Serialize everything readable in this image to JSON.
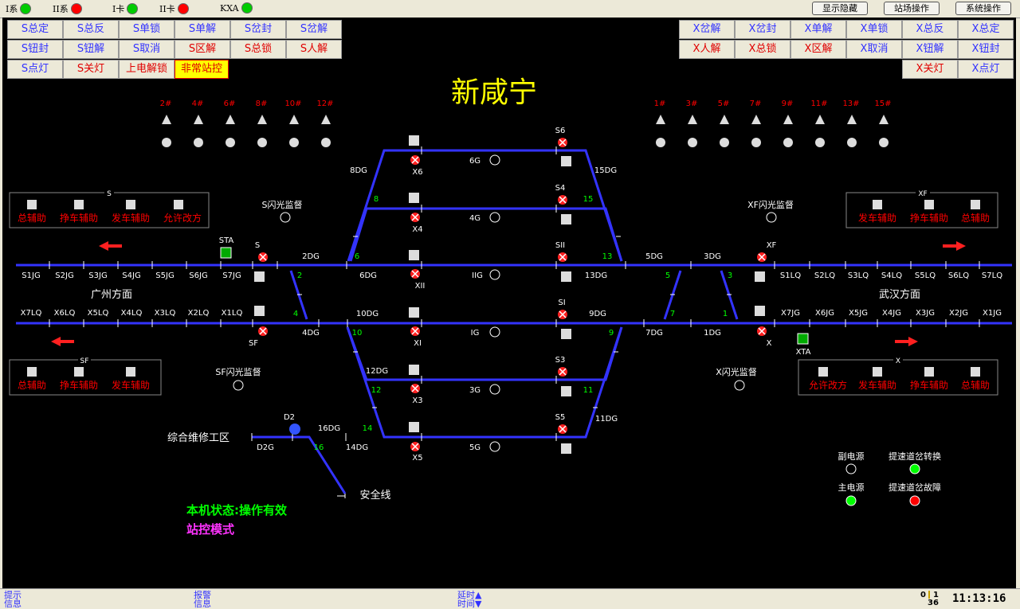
{
  "status_bar": {
    "items": [
      {
        "label": "I系",
        "color": "#00cc00"
      },
      {
        "label": "II系",
        "color": "#ff0000"
      },
      {
        "label": "I卡",
        "color": "#00cc00"
      },
      {
        "label": "II卡",
        "color": "#ff0000"
      },
      {
        "label": "KXA",
        "color": "#00cc00"
      }
    ],
    "buttons": {
      "show_hide": "显示隐藏",
      "yard_op": "站场操作",
      "sys_op": "系统操作"
    }
  },
  "left_buttons": {
    "row1": [
      "S总定",
      "S总反",
      "S单锁",
      "S单解",
      "S岔封",
      "S岔解"
    ],
    "row2": [
      "S钮封",
      "S钮解",
      "S取消",
      "S区解",
      "S总锁",
      "S人解"
    ],
    "row3": [
      "S点灯",
      "S关灯",
      "上电解锁",
      "非常站控"
    ]
  },
  "right_buttons": {
    "row1": [
      "X岔解",
      "X岔封",
      "X单解",
      "X单锁",
      "X总反",
      "X总定"
    ],
    "row2": [
      "X人解",
      "X总锁",
      "X区解",
      "X取消",
      "X钮解",
      "X钮封"
    ],
    "row3": [
      "X关灯",
      "X点灯"
    ]
  },
  "station_name": "新咸宁",
  "left_numbers": [
    "2#",
    "4#",
    "6#",
    "8#",
    "10#",
    "12#"
  ],
  "right_numbers": [
    "1#",
    "3#",
    "5#",
    "7#",
    "9#",
    "11#",
    "13#",
    "15#"
  ],
  "aux_panels": {
    "S": {
      "title": "S",
      "buttons": [
        "总辅助",
        "挣车辅助",
        "发车辅助",
        "允许改方"
      ]
    },
    "XF": {
      "title": "XF",
      "buttons": [
        "发车辅助",
        "挣车辅助",
        "总辅助"
      ]
    },
    "SF": {
      "title": "SF",
      "buttons": [
        "总辅助",
        "挣车辅助",
        "发车辅助"
      ]
    },
    "X": {
      "title": "X",
      "buttons": [
        "允许改方",
        "发车辅助",
        "挣车辅助",
        "总辅助"
      ]
    }
  },
  "blocks_upper_left": [
    "S1JG",
    "S2JG",
    "S3JG",
    "S4JG",
    "S5JG",
    "S6JG",
    "S7JG"
  ],
  "blocks_lower_left": [
    "X7LQ",
    "X6LQ",
    "X5LQ",
    "X4LQ",
    "X3LQ",
    "X2LQ",
    "X1LQ"
  ],
  "blocks_upper_right": [
    "S1LQ",
    "S2LQ",
    "S3LQ",
    "S4LQ",
    "S5LQ",
    "S6LQ",
    "S7LQ"
  ],
  "blocks_lower_right": [
    "X7JG",
    "X6JG",
    "X5JG",
    "X4JG",
    "X3JG",
    "X2JG",
    "X1JG"
  ],
  "directions": {
    "left": "广州方面",
    "right": "武汉方面"
  },
  "track_labels": {
    "g6": "6G",
    "g4": "4G",
    "gII": "IIG",
    "gI": "IG",
    "g3": "3G",
    "g5": "5G",
    "dg8": "8DG",
    "dg15": "15DG",
    "dg2": "2DG",
    "dg6": "6DG",
    "dg13": "13DG",
    "dg5": "5DG",
    "dg3": "3DG",
    "dg10": "10DG",
    "dg9": "9DG",
    "dg4": "4DG",
    "dg7": "7DG",
    "dg1": "1DG",
    "dg12": "12DG",
    "dg11": "11DG",
    "dg16": "16DG",
    "dg14": "14DG",
    "d2g": "D2G"
  },
  "signals": {
    "s6": "S6",
    "x6": "X6",
    "s4": "S4",
    "x4": "X4",
    "sII": "SII",
    "xII": "XII",
    "s": "S",
    "xf": "XF",
    "sI": "SI",
    "xI": "XI",
    "sf": "SF",
    "x": "X",
    "s3": "S3",
    "x3": "X3",
    "s5": "S5",
    "x5": "X5",
    "d2": "D2",
    "sta": "STA",
    "xta": "XTA"
  },
  "switch_numbers": [
    "8",
    "15",
    "6",
    "13",
    "2",
    "4",
    "5",
    "3",
    "7",
    "1",
    "10",
    "9",
    "12",
    "11",
    "14",
    "16"
  ],
  "flash_monitors": {
    "s": "S闪光监督",
    "xf": "XF闪光监督",
    "sf": "SF闪光监督",
    "x": "X闪光监督"
  },
  "maintenance_area": "综合维修工区",
  "safety_line": "安全线",
  "power": {
    "aux": {
      "label": "副电源",
      "color": "#000000"
    },
    "speed_conv": {
      "label": "提速道岔转换",
      "color": "#00ff00"
    },
    "main": {
      "label": "主电源",
      "color": "#00ff00"
    },
    "speed_fault": {
      "label": "提速道岔故障",
      "color": "#ff0000"
    }
  },
  "status_text": {
    "machine": "本机状态:操作有效",
    "mode": "站控模式"
  },
  "bottom_bar": {
    "hint": [
      "提示",
      "信息"
    ],
    "alarm": [
      "报警",
      "信息"
    ],
    "delay": [
      "延时▲",
      "时间▼"
    ],
    "counter_top": "0",
    "counter_b": "1",
    "counter_bottom": "36",
    "clock": "11:13:16"
  },
  "colors": {
    "track": "#3333ff",
    "label": "#ffffff",
    "switch_num": "#00ff00",
    "num_red": "#ff0000",
    "title": "#ffff00"
  }
}
